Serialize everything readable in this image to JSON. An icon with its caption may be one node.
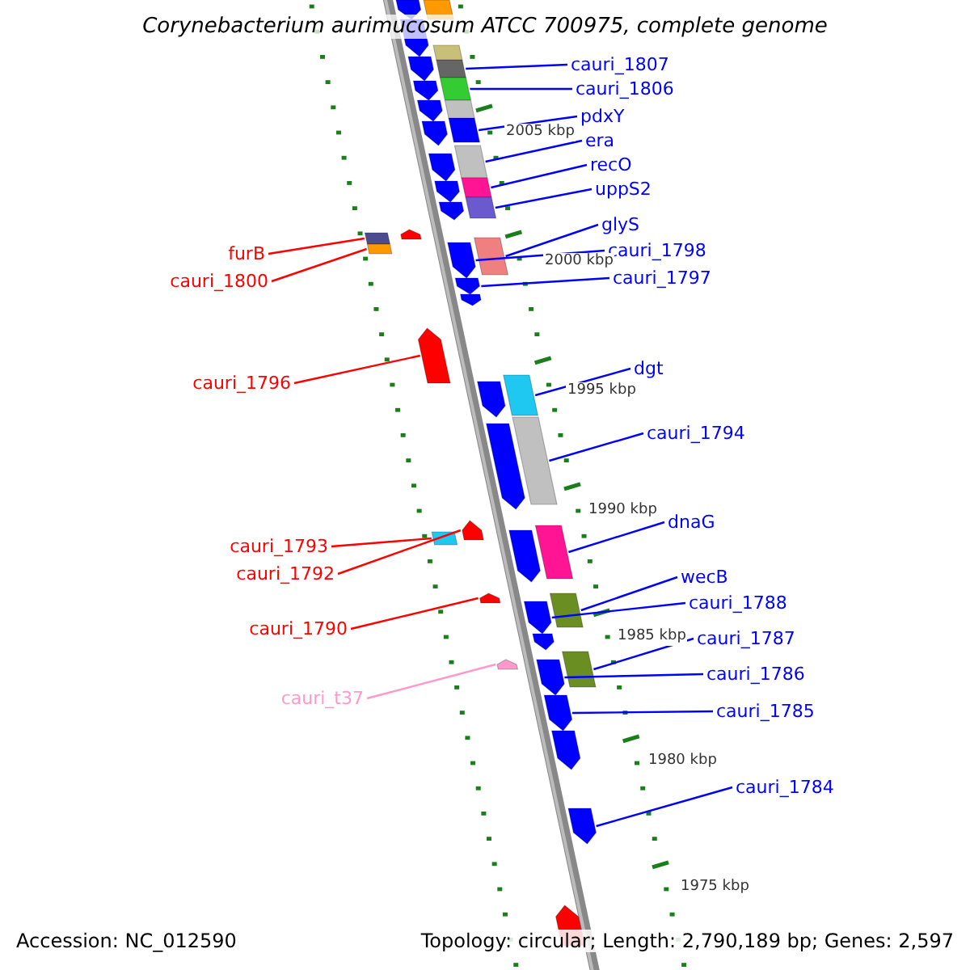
{
  "diagram": {
    "title": "Corynebacterium aurimucosum ATCC 700975, complete genome",
    "nodes": [
      {
        "text": [
          "cauri_1807"
        ]
      },
      {
        "text": [],
        "shape": "box"
      },
      {
        "text": [
          "cauri_1806"
        ]
      },
      {
        "text": [],
        "shape": "box"
      },
      {
        "text": [
          "pdxY"
        ]
      },
      {
        "text": [],
        "shape": "box"
      },
      {
        "text": [
          "era"
        ]
      },
      {
        "text": [],
        "shape": "box"
      },
      {
        "text": [
          "recO"
        ]
      },
      {
        "text": [],
        "shape": "box"
      },
      {
        "text": [
          "uppS2"
        ]
      },
      {
        "text": [],
        "shape": "box"
      },
      {
        "text": [
          "glyS"
        ]
      },
      {
        "text": [],
        "shape": "box"
      },
      {
        "text": [
          "cauri_1798"
        ]
      },
      {
        "text": [],
        "shape": "arrow"
      },
      {
        "text": [
          "furB"
        ]
      },
      {
        "text": [],
        "shape": "box"
      },
      {
        "text": [
          "cauri_1800"
        ]
      },
      {
        "text": [],
        "shape": "box"
      },
      {
        "text": [
          "cauri_1797"
        ]
      },
      {
        "text": [],
        "shape": "arrow"
      },
      {
        "text": [
          "cauri_1796"
        ]
      },
      {
        "text": [],
        "shape": "arrow"
      },
      {
        "text": [
          "dgt"
        ]
      },
      {
        "text": [],
        "shape": "box"
      },
      {
        "text": [
          "cauri_1794"
        ]
      },
      {
        "text": [],
        "shape": "box"
      },
      {
        "text": [
          "dnaG"
        ]
      },
      {
        "text": [],
        "shape": "box"
      },
      {
        "text": [
          "cauri_1793"
        ]
      },
      {
        "text": [],
        "shape": "box"
      },
      {
        "text": [
          "cauri_1792"
        ]
      },
      {
        "text": [],
        "shape": "arrow"
      },
      {
        "text": [
          "wecB"
        ]
      },
      {
        "text": [],
        "shape": "box"
      },
      {
        "text": [
          "cauri_1788"
        ]
      },
      {
        "text": [],
        "shape": "arrow"
      },
      {
        "text": [
          "cauri_1790"
        ]
      },
      {
        "text": [],
        "shape": "arrow"
      },
      {
        "text": [
          "cauri_1787"
        ]
      },
      {
        "text": [],
        "shape": "box"
      },
      {
        "text": [
          "cauri_1786"
        ]
      },
      {
        "text": [],
        "shape": "arrow"
      },
      {
        "text": [
          "cauri_t37"
        ]
      },
      {
        "text": [],
        "shape": "arrow"
      },
      {
        "text": [
          "cauri_1785"
        ]
      },
      {
        "text": [],
        "shape": "arrow"
      },
      {
        "text": [
          "cauri_1784"
        ]
      },
      {
        "text": [],
        "shape": "arrow"
      },
      {
        "text": [],
        "shape": "arrow"
      },
      {
        "text": [],
        "shape": "box"
      },
      {
        "text": [],
        "shape": "arrow"
      },
      {
        "text": [],
        "shape": "arrow"
      },
      {
        "text": [],
        "shape": "box"
      },
      {
        "text": [],
        "shape": "arrow"
      },
      {
        "text": [],
        "shape": "arrow"
      },
      {
        "text": [],
        "shape": "box"
      },
      {
        "text": [],
        "shape": "arrow"
      },
      {
        "text": [],
        "shape": "arrow"
      },
      {
        "text": [],
        "shape": "arrow"
      },
      {
        "text": [],
        "shape": "arrow"
      },
      {
        "text": [],
        "shape": "arrow"
      },
      {
        "text": [],
        "shape": "arrow"
      },
      {
        "text": [],
        "shape": "arrow"
      },
      {
        "text": [],
        "shape": "arrow"
      },
      {
        "text": [],
        "shape": "arrow"
      },
      {
        "text": [],
        "shape": "arrow"
      },
      {
        "text": [],
        "shape": "arrow"
      },
      {
        "text": [],
        "shape": "arrow"
      }
    ],
    "edges": [
      {
        "from": 0,
        "to": 1,
        "arrow": "none"
      },
      {
        "from": 2,
        "to": 3,
        "arrow": "none"
      },
      {
        "from": 4,
        "to": 5,
        "arrow": "none"
      },
      {
        "from": 6,
        "to": 7,
        "arrow": "none"
      },
      {
        "from": 8,
        "to": 9,
        "arrow": "none"
      },
      {
        "from": 10,
        "to": 11,
        "arrow": "none"
      },
      {
        "from": 12,
        "to": 13,
        "arrow": "none"
      },
      {
        "from": 14,
        "to": 15,
        "arrow": "none"
      },
      {
        "from": 16,
        "to": 17,
        "arrow": "none",
        "color": "#ff0000"
      },
      {
        "from": 18,
        "to": 19,
        "arrow": "none",
        "color": "#ff0000"
      },
      {
        "from": 20,
        "to": 21,
        "arrow": "none"
      },
      {
        "from": 22,
        "to": 23,
        "arrow": "none",
        "color": "#ff0000"
      },
      {
        "from": 24,
        "to": 25,
        "arrow": "none"
      },
      {
        "from": 26,
        "to": 27,
        "arrow": "none"
      },
      {
        "from": 28,
        "to": 29,
        "arrow": "none"
      },
      {
        "from": 30,
        "to": 31,
        "arrow": "none",
        "color": "#ff0000"
      },
      {
        "from": 32,
        "to": 33,
        "arrow": "none",
        "color": "#ff0000"
      },
      {
        "from": 34,
        "to": 35,
        "arrow": "none"
      },
      {
        "from": 36,
        "to": 37,
        "arrow": "none"
      },
      {
        "from": 38,
        "to": 39,
        "arrow": "none",
        "color": "#ff0000"
      },
      {
        "from": 40,
        "to": 41,
        "arrow": "none"
      },
      {
        "from": 42,
        "to": 43,
        "arrow": "none"
      },
      {
        "from": 44,
        "to": 45,
        "arrow": "none",
        "color": "#ff99cc"
      },
      {
        "from": 46,
        "to": 47,
        "arrow": "none"
      },
      {
        "from": 48,
        "to": 49,
        "arrow": "none"
      }
    ],
    "labels": [
      "2005 kbp",
      "2000 kbp",
      "1995 kbp",
      "1990 kbp",
      "1985 kbp",
      "1980 kbp",
      "1975 kbp",
      "Accession: NC_012590",
      "Topology: circular; Length: 2,790,189 bp; Genes: 2,597"
    ]
  }
}
